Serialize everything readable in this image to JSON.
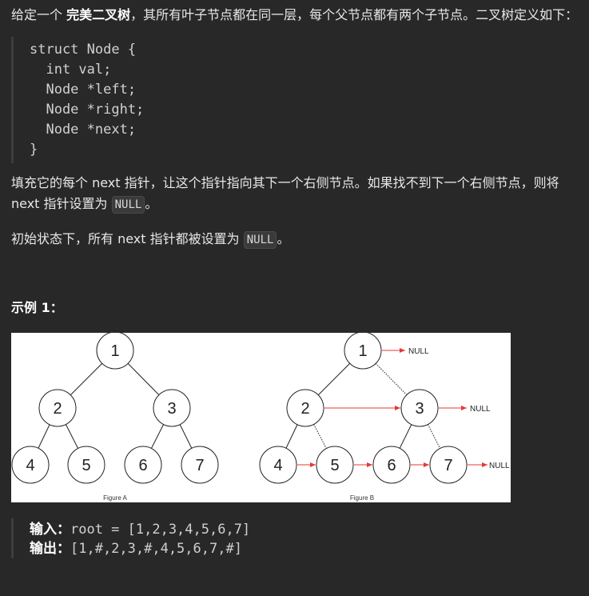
{
  "intro": {
    "prefix": "给定一个 ",
    "bold": "完美二叉树",
    "suffix": "，其所有叶子节点都在同一层，每个父节点都有两个子节点。二叉树定义如下："
  },
  "code": "struct Node {\n  int val;\n  Node *left;\n  Node *right;\n  Node *next;\n}",
  "para1": {
    "text": "填充它的每个 next 指针，让这个指针指向其下一个右侧节点。如果找不到下一个右侧节点，则将 next 指针设置为 ",
    "code": "NULL",
    "end": "。"
  },
  "para2": {
    "text": "初始状态下，所有 next 指针都被设置为 ",
    "code": "NULL",
    "end": "。"
  },
  "example_title": "示例 1：",
  "figure": {
    "captionA": "Figure A",
    "captionB": "Figure B",
    "null_label": "NULL",
    "nodes": [
      "1",
      "2",
      "3",
      "4",
      "5",
      "6",
      "7"
    ],
    "arrow_color": "#e53935"
  },
  "io": {
    "input_label": "输入：",
    "input_value": "root = [1,2,3,4,5,6,7]",
    "output_label": "输出：",
    "output_value": "[1,#,2,3,#,4,5,6,7,#]"
  }
}
